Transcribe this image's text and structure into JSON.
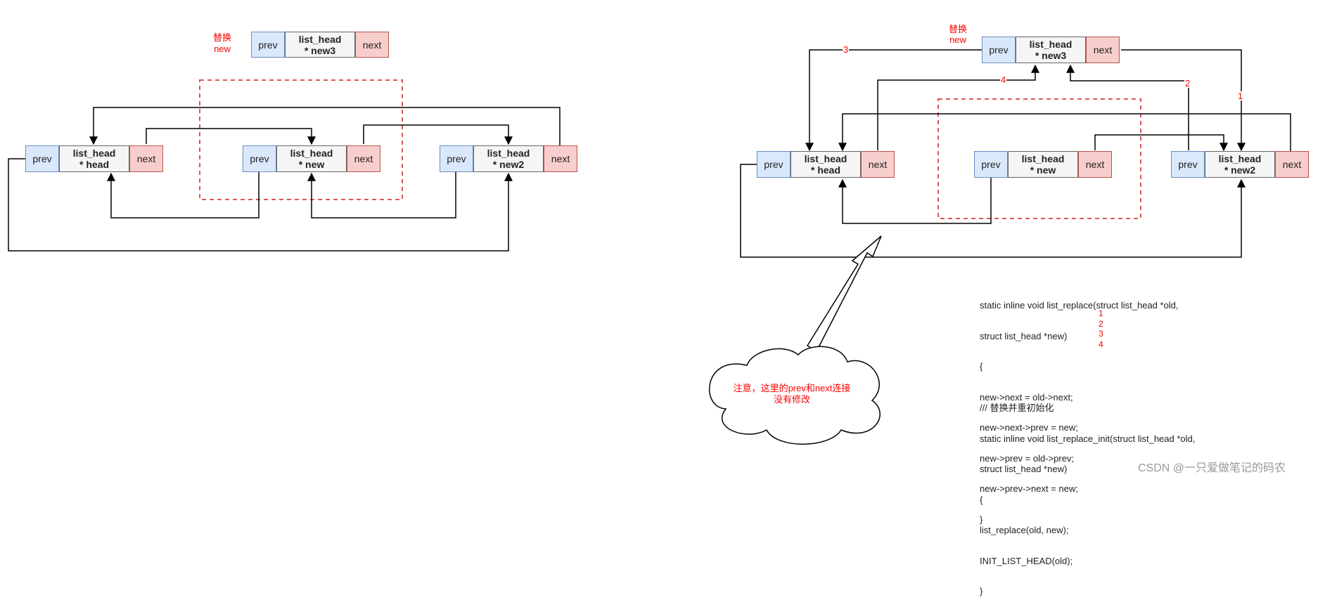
{
  "cell_labels": {
    "prev": "prev",
    "next": "next",
    "struct": "list_head"
  },
  "left": {
    "replace_label": [
      "替换",
      "new"
    ],
    "nodes": [
      {
        "id": "new3",
        "ptr": "* new3"
      },
      {
        "id": "head",
        "ptr": "* head"
      },
      {
        "id": "new",
        "ptr": "* new"
      },
      {
        "id": "new2",
        "ptr": "* new2"
      }
    ]
  },
  "right": {
    "replace_label": [
      "替换",
      "new"
    ],
    "nodes": [
      {
        "id": "new3",
        "ptr": "* new3"
      },
      {
        "id": "head",
        "ptr": "* head"
      },
      {
        "id": "new",
        "ptr": "* new"
      },
      {
        "id": "new2",
        "ptr": "* new2"
      }
    ],
    "step_labels": [
      "1",
      "2",
      "3",
      "4"
    ]
  },
  "cloud_note": [
    "注意，这里的prev和next连接",
    "没有修改"
  ],
  "code1": {
    "lines": [
      "static inline void list_replace(struct list_head *old,",
      "struct list_head *new)",
      "{",
      "new->next = old->next;",
      "new->next->prev = new;",
      "new->prev = old->prev;",
      "new->prev->next = new;",
      "}"
    ],
    "step_numbers": [
      "1",
      "2",
      "3",
      "4"
    ]
  },
  "code2": {
    "lines": [
      "/// 替换并重初始化",
      "static inline void list_replace_init(struct list_head *old,",
      "struct list_head *new)",
      "{",
      "list_replace(old, new);",
      "INIT_LIST_HEAD(old);",
      "}"
    ]
  },
  "watermark": "CSDN @一只爱做笔记的码农",
  "colors": {
    "prev_fill": "#dae8fc",
    "next_fill": "#f8cecc",
    "mid_fill": "#f5f5f5",
    "dash": "#e05555",
    "accent": "#ff0000"
  }
}
